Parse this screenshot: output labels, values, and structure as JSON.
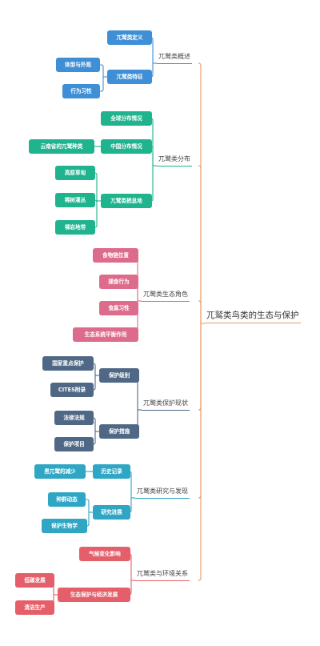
{
  "root": {
    "label": "兀鹫类鸟类的生态与保护"
  },
  "colors": {
    "blue": "#3e8fd6",
    "green": "#1fb38e",
    "pink": "#dd6b8c",
    "slate": "#4f6886",
    "teal": "#2ea6c4",
    "red": "#e45f6a",
    "root_line": "#e79a6a"
  },
  "categories": [
    {
      "label": "兀鹫类概述",
      "color": "blue",
      "children": [
        {
          "label": "兀鹫类定义",
          "children": []
        },
        {
          "label": "兀鹫类特征",
          "children": [
            "体型与外观",
            "行为习性"
          ]
        }
      ]
    },
    {
      "label": "兀鹫类分布",
      "color": "green",
      "children": [
        {
          "label": "全球分布情况",
          "children": []
        },
        {
          "label": "中国分布情况",
          "children": [
            "云南省的兀鹫种类"
          ]
        },
        {
          "label": "兀鹫类栖息地",
          "children": [
            "高原草甸",
            "稀树灌丛",
            "裸岩地带"
          ]
        }
      ]
    },
    {
      "label": "兀鹫类生态角色",
      "color": "pink",
      "children": [
        {
          "label": "食物链位置",
          "children": []
        },
        {
          "label": "捕食行为",
          "children": []
        },
        {
          "label": "食腐习性",
          "children": []
        },
        {
          "label": "生态系统平衡作用",
          "children": []
        }
      ]
    },
    {
      "label": "兀鹫类保护现状",
      "color": "slate",
      "children": [
        {
          "label": "保护级别",
          "children": [
            "国家重点保护",
            "CITES附录"
          ]
        },
        {
          "label": "保护措施",
          "children": [
            "法律法规",
            "保护项目"
          ]
        }
      ]
    },
    {
      "label": "兀鹫类研究与发现",
      "color": "teal",
      "children": [
        {
          "label": "历史记录",
          "children": [
            "黑兀鹫的减少"
          ]
        },
        {
          "label": "研究进展",
          "children": [
            "种群动态",
            "保护生物学"
          ]
        }
      ]
    },
    {
      "label": "兀鹫类与环境关系",
      "color": "red",
      "children": [
        {
          "label": "气候变化影响",
          "children": []
        },
        {
          "label": "生态保护与经济发展",
          "children": [
            "低碳发展",
            "清洁生产"
          ]
        }
      ]
    }
  ]
}
